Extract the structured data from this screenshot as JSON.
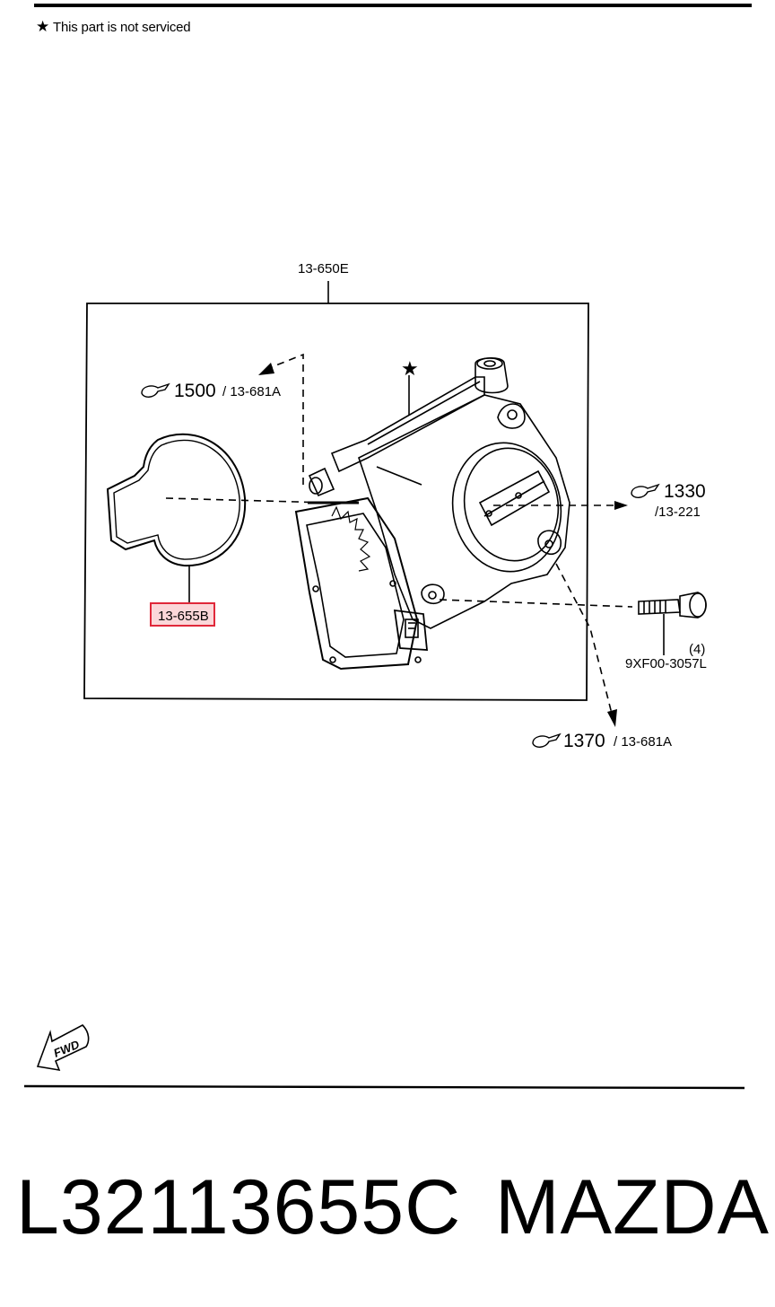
{
  "note": {
    "icon": "star-icon",
    "text": "This part is not serviced"
  },
  "labels": {
    "assembly": "13-650E",
    "gasket": "13-655B",
    "ref_top_num": "1500",
    "ref_top_sub": "/ 13-681A",
    "ref_right_num": "1330",
    "ref_right_sub": "/13-221",
    "ref_bottom_num": "1370",
    "ref_bottom_sub": "/ 13-681A",
    "bolt_qty": "(4)",
    "bolt_part": "9XF00-3057L",
    "fwd": "FWD"
  },
  "footer": {
    "part_number": "L32113655C",
    "brand": "MAZDA"
  },
  "colors": {
    "line": "#000000",
    "highlight": "#e0283a"
  }
}
